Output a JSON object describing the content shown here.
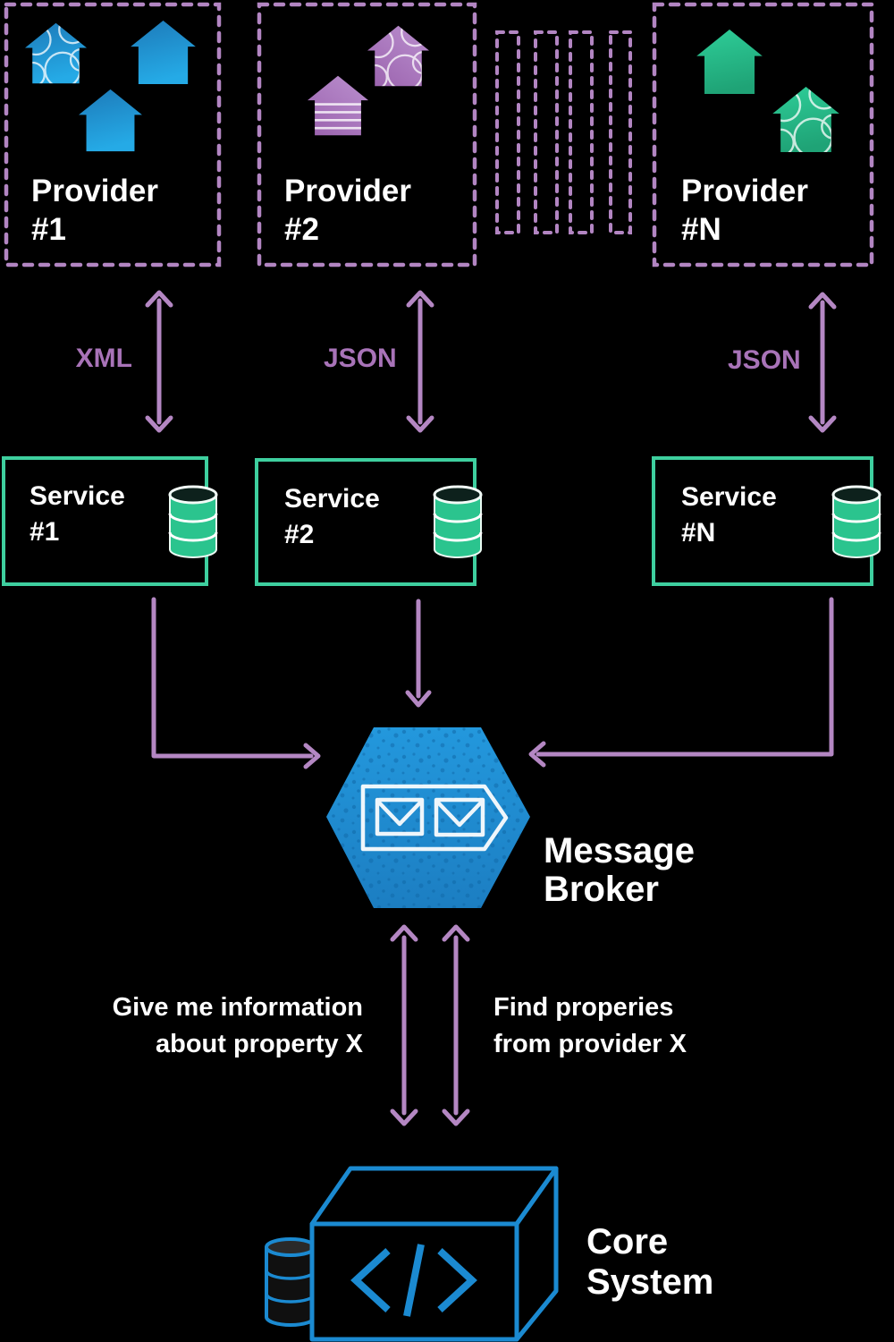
{
  "colors": {
    "background": "#000000",
    "purple_dash": "#b285c2",
    "purple_arrow": "#b487c3",
    "purple_label": "#a873b8",
    "service_green": "#3ecf9f",
    "database_green": "#2bc48e",
    "house_blue": "#1f8ccd",
    "house_purple": "#a873bd",
    "house_green": "#2bc993",
    "broker_blue": "#2095da",
    "core_blue": "#1b8ad1",
    "text_white": "#ffffff"
  },
  "providers": [
    {
      "name_line1": "Provider",
      "name_line2": "#1",
      "protocol": "XML"
    },
    {
      "name_line1": "Provider",
      "name_line2": "#2",
      "protocol": "JSON"
    },
    {
      "name_line1": "Provider",
      "name_line2": "#N",
      "protocol": "JSON"
    }
  ],
  "services": [
    {
      "name_line1": "Service",
      "name_line2": "#1"
    },
    {
      "name_line1": "Service",
      "name_line2": "#2"
    },
    {
      "name_line1": "Service",
      "name_line2": "#N"
    }
  ],
  "broker": {
    "name_line1": "Message",
    "name_line2": "Broker"
  },
  "core_system": {
    "name_line1": "Core",
    "name_line2": "System"
  },
  "queries": {
    "to_broker_line1": "Give me information",
    "to_broker_line2": "about property X",
    "from_broker_line1": "Find properies",
    "from_broker_line2": "from provider X"
  }
}
